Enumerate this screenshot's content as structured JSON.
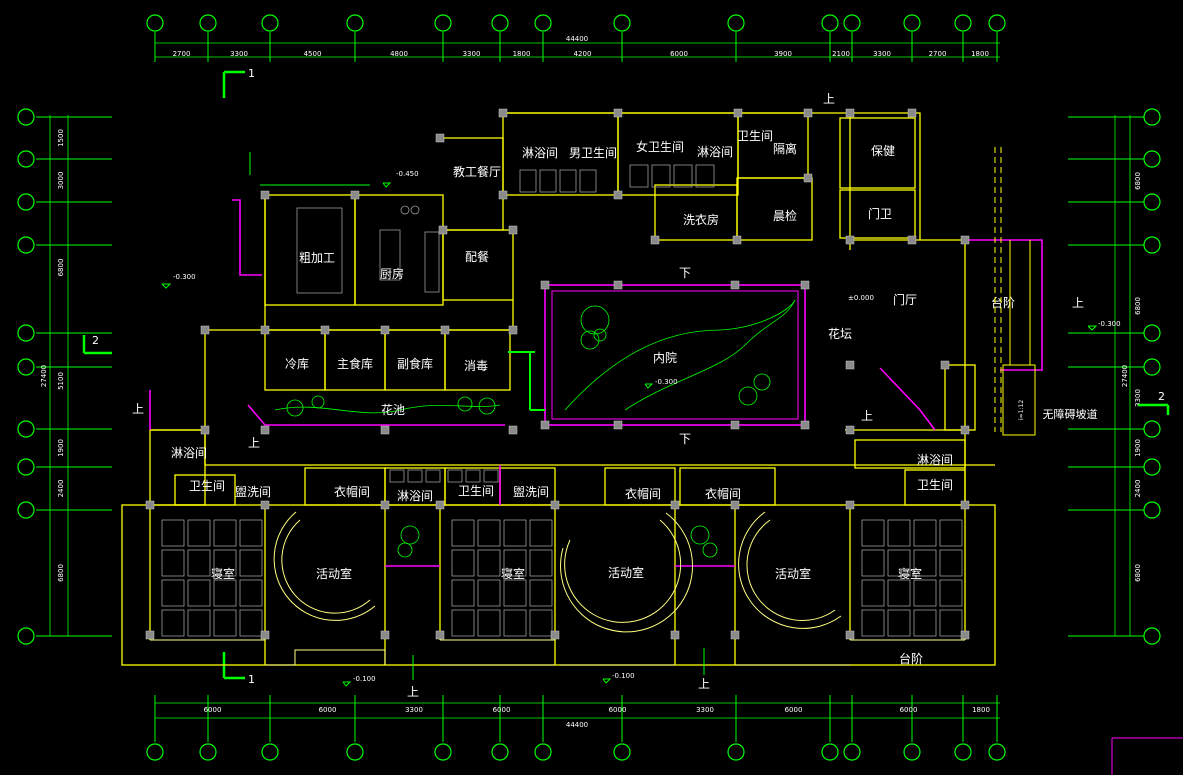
{
  "drawing": {
    "background": "#000000",
    "colors": {
      "grid": "#00ff00",
      "wall": "#ffff00",
      "accent": "#ff00ff",
      "text": "#ffffff",
      "column": "#8a8a8a"
    }
  },
  "dimensions": {
    "top_total": "44400",
    "top_segments": [
      "2700",
      "3300",
      "4500",
      "4800",
      "3300",
      "1800",
      "4200",
      "6000",
      "3900",
      "2100",
      "3300",
      "2700",
      "1800"
    ],
    "bottom_total": "44400",
    "bottom_segments": [
      "6000",
      "6000",
      "3300",
      "6000",
      "6000",
      "3300",
      "6000",
      "6000",
      "1800"
    ],
    "left_total": "27400",
    "left_segments": [
      "1500",
      "3000",
      "6800",
      "5100",
      "1900",
      "2400",
      "6800"
    ],
    "right_total": "27400",
    "right_segments": [
      "6800",
      "6800",
      "3300",
      "1900",
      "2400",
      "6800"
    ]
  },
  "section_marks": {
    "one": "1",
    "two": "2"
  },
  "elevations": {
    "e1": "-0.450",
    "e2": "-0.300",
    "e3": "±0.000",
    "e4": "-0.300",
    "e5": "-0.300",
    "e6": "-0.100",
    "e7": "-0.100"
  },
  "rooms": {
    "shower_1": "淋浴间",
    "mens_wc": "男卫生间",
    "womens_wc": "女卫生间",
    "shower_2": "淋浴间",
    "toilet_top": "卫生间",
    "isolation": "隔离",
    "health": "保健",
    "staff_dining": "教工餐厅",
    "laundry": "洗衣房",
    "morning_check": "晨检",
    "guard": "门卫",
    "rough_processing": "粗加工",
    "kitchen": "厨房",
    "serving": "配餐",
    "lobby": "门厅",
    "steps_right": "台阶",
    "cold_storage": "冷库",
    "main_storage": "主食库",
    "secondary_storage": "副食库",
    "disinfection": "消毒",
    "courtyard": "内院",
    "flower_bed_top": "花坛",
    "flower_pool": "花池",
    "barrier_free_ramp": "无障碍坡道",
    "shower_left": "淋浴间",
    "toilet_left": "卫生间",
    "wash_left": "盥洗间",
    "cloak_1": "衣帽间",
    "shower_mid": "淋浴间",
    "toilet_mid": "卫生间",
    "wash_mid": "盥洗间",
    "cloak_2": "衣帽间",
    "cloak_3": "衣帽间",
    "shower_right": "淋浴间",
    "toilet_right": "卫生间",
    "bedroom_1": "寝室",
    "activity_1": "活动室",
    "bedroom_2": "寝室",
    "activity_2": "活动室",
    "activity_3": "活动室",
    "bedroom_3": "寝室",
    "steps_bottom": "台阶"
  },
  "arrows": {
    "up": "上",
    "down": "下"
  },
  "ramp_slope": "i=1:12"
}
